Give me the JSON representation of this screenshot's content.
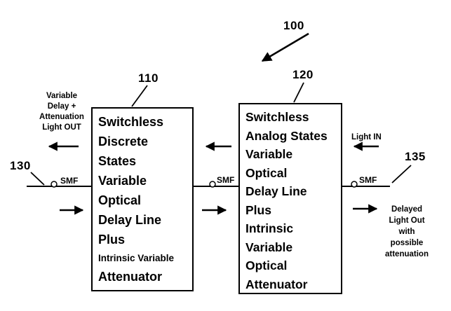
{
  "refs": {
    "r100": "100",
    "r110": "110",
    "r120": "120",
    "r130": "130",
    "r135": "135"
  },
  "box110": {
    "lines": [
      "Switchless",
      "Discrete",
      "States",
      "Variable",
      "Optical",
      "Delay Line",
      "Plus",
      "Intrinsic Variable",
      "Attenuator"
    ]
  },
  "box120": {
    "lines": [
      "Switchless",
      "Analog States",
      "Variable",
      "Optical",
      "Delay Line",
      "Plus",
      "Intrinsic",
      "Variable",
      "Optical",
      "Attenuator"
    ]
  },
  "labels": {
    "left_out": [
      "Variable",
      "Delay +",
      "Attenuation",
      "Light OUT"
    ],
    "light_in": "Light IN",
    "delayed_out": [
      "Delayed",
      "Light Out",
      "with",
      "possible",
      "attenuation"
    ],
    "smf": "SMF"
  }
}
